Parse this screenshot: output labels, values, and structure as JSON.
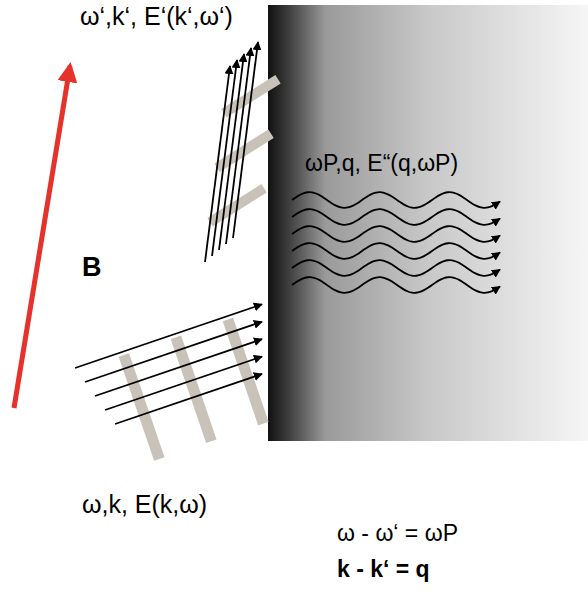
{
  "diagram": {
    "labels": [
      "ω‘,k‘, E‘(k‘,ω‘)",
      "B",
      "ωP,q, E“(q,ωP)",
      "ω,k, E(k,ω)",
      "ω - ω‘ = ωP",
      "k - k‘ = q"
    ]
  }
}
